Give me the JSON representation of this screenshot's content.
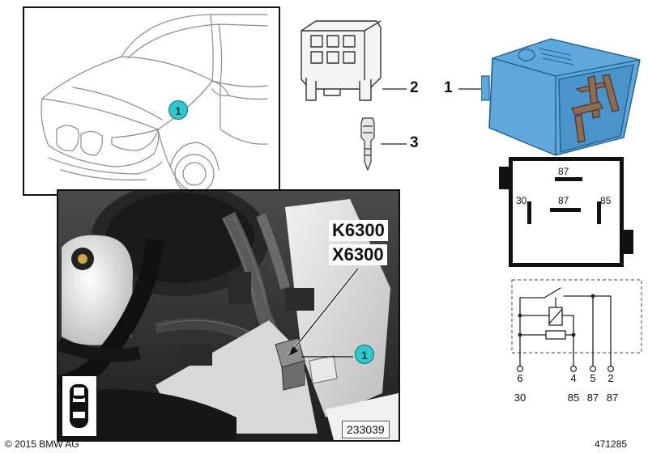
{
  "callouts": {
    "socket_housing": "2",
    "terminal": "3",
    "relay": "1",
    "car_location_badge": "1",
    "photo_location_badge": "1"
  },
  "photo": {
    "relay_code": "K6300",
    "connector_code": "X6300",
    "image_number": "233039"
  },
  "relay_socket": {
    "pin_top": "87",
    "pin_left": "30",
    "pin_center": "87",
    "pin_right": "85"
  },
  "circuit": {
    "pin_numbers": [
      "6",
      "4",
      "5",
      "2"
    ],
    "terminal_names": [
      "30",
      "85",
      "87",
      "87"
    ]
  },
  "footer": {
    "copyright": "© 2015 BMW AG",
    "diagram_number": "471285"
  },
  "colors": {
    "relay_blue": "#5fa8dc",
    "badge_cyan": "#2ec9cf"
  }
}
